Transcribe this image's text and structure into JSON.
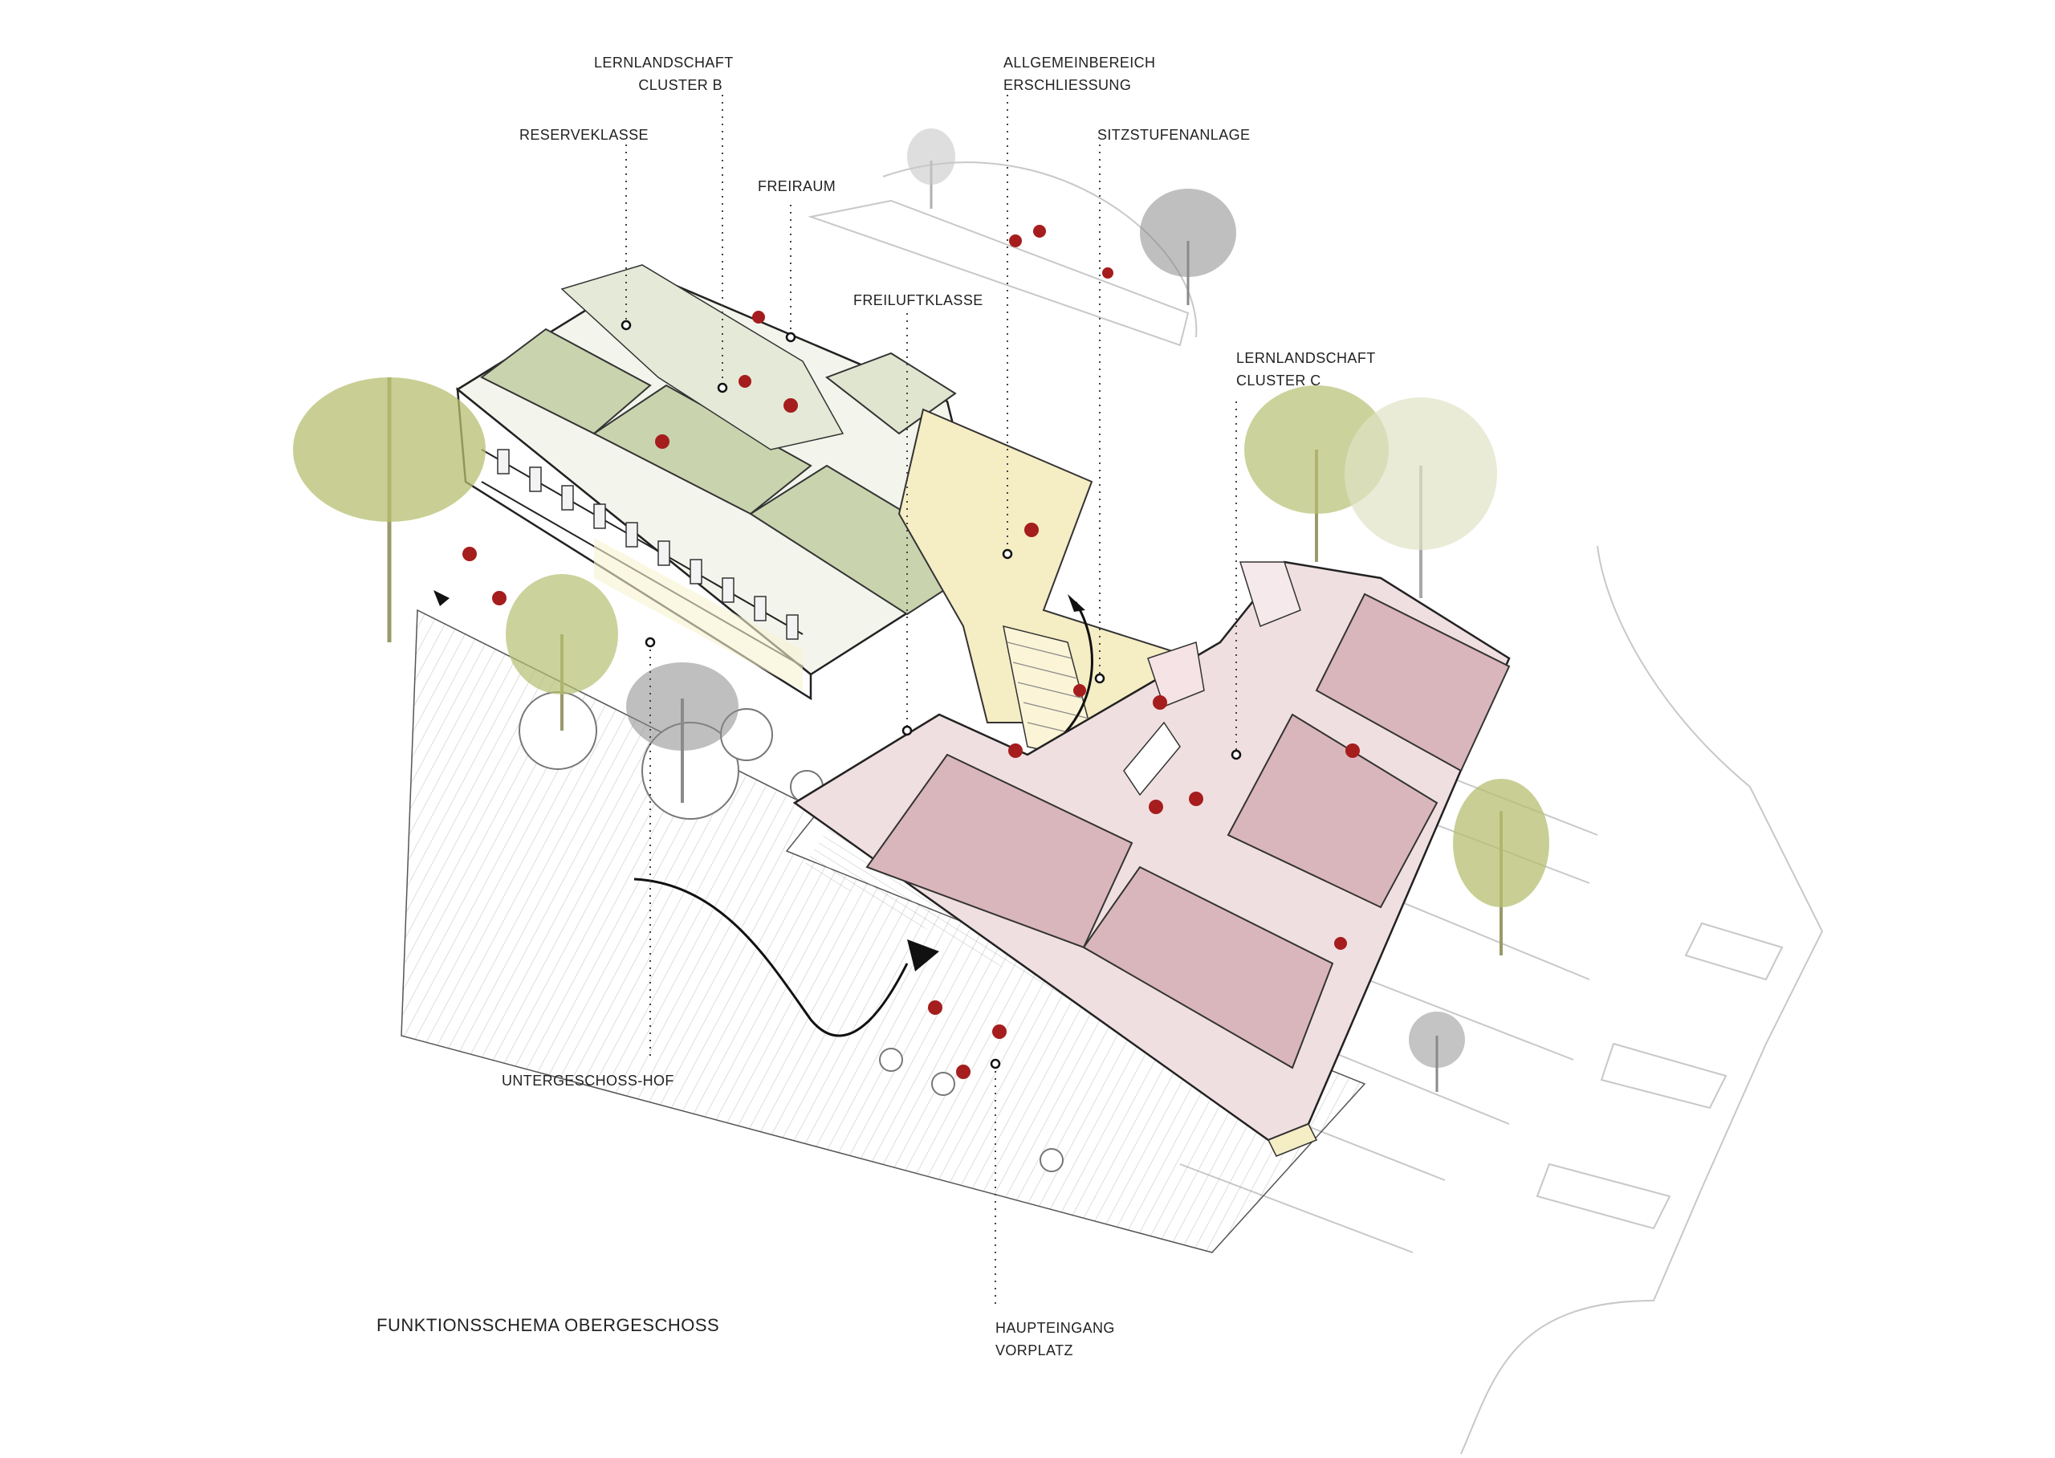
{
  "title": "FUNKTIONSSCHEMA OBERGESCHOSS",
  "labels": {
    "lernlandschaft_b": [
      "LERNLANDSCHAFT",
      "CLUSTER B"
    ],
    "reserveklasse": [
      "RESERVEKLASSE"
    ],
    "freiraum": [
      "FREIRAUM"
    ],
    "allgemeinbereich": [
      "ALLGEMEINBEREICH",
      "ERSCHLIESSUNG"
    ],
    "sitzstufenanlage": [
      "SITZSTUFENANLAGE"
    ],
    "freiluftklasse": [
      "FREILUFTKLASSE"
    ],
    "lernlandschaft_c": [
      "LERNLANDSCHAFT",
      "CLUSTER C"
    ],
    "untergeschoss_hof": [
      "UNTERGESCHOSS-HOF"
    ],
    "haupteingang": [
      "HAUPTEINGANG",
      "VORPLATZ"
    ]
  },
  "colors": {
    "cluster_b": "#c9d3ae",
    "cluster_b_light": "#e4ead7",
    "cluster_c": "#d9b6bb",
    "cluster_c_light": "#f0dfe1",
    "allgemein": "#f5edc4",
    "people": "#a51d1d",
    "tree_green": "#b7bf70",
    "tree_grey": "#8a8a8a",
    "line": "#222222"
  }
}
